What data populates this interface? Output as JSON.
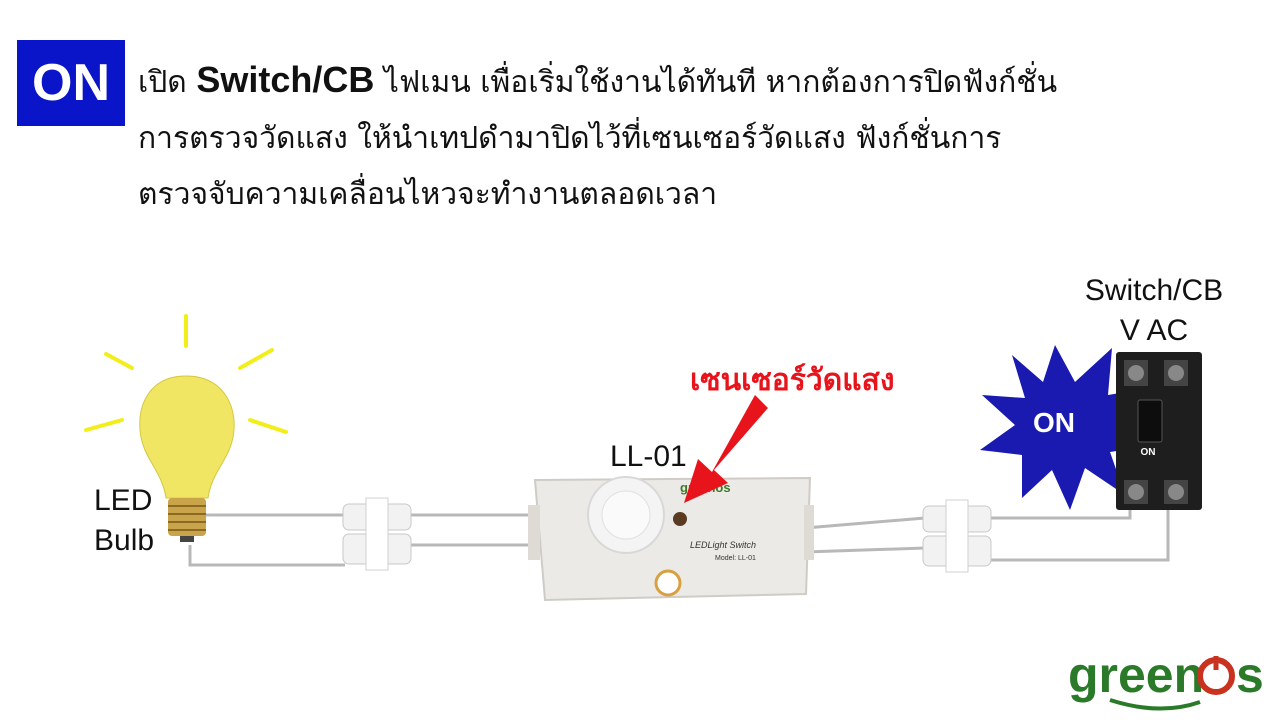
{
  "badge": {
    "label": "ON"
  },
  "instructions": {
    "line1_pre": "เปิด ",
    "line1_bold": "Switch/CB",
    "line1_post": " ไฟเมน เพื่อเริ่มใช้งานได้ทันที หากต้องการปิดฟังก์ชั่น",
    "line2": "การตรวจวัดแสง ให้นำเทปดำมาปิดไว้ที่เซนเซอร์วัดแสง ฟังก์ชั่นการ",
    "line3": "ตรวจจับความเคลื่อนไหวจะทำงานตลอดเวลา"
  },
  "diagram": {
    "bulb_label_1": "LED",
    "bulb_label_2": "Bulb",
    "device_label": "LL-01",
    "device_text_1": "LEDLight Switch",
    "device_text_2": "Model: LL-01",
    "device_brand": "greenos",
    "sensor_label": "เซนเซอร์วัดแสง",
    "switch_label_1": "Switch/CB",
    "switch_label_2": "V AC",
    "burst_label": "ON",
    "breaker_label": "ON"
  },
  "logo": {
    "text_a": "green",
    "text_b": "s"
  },
  "colors": {
    "badge": "#0a14c8",
    "sensor_label": "#e8141c",
    "burst": "#1a1ab0",
    "bulb": "#f0e664",
    "logo": "#2a7a2a"
  }
}
